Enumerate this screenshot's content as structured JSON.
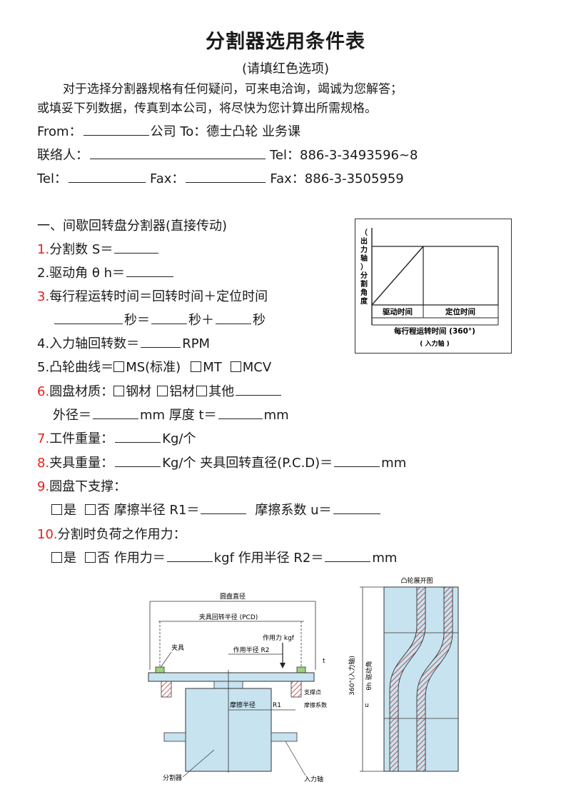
{
  "title": "分割器选用条件表",
  "subtitle": "(请填红色选项)",
  "intro": {
    "line1": "对于选择分割器规格有任何疑问，可来电洽询，竭诚为您解答；",
    "line2": "或填妥下列数据，传真到本公司，将尽快为您计算出所需规格。"
  },
  "header": {
    "from_label": "From：",
    "company_suffix": "公司  To：德士凸轮  业务课",
    "contact_label": "联络人：",
    "tel_right": "Tel：886-3-3493596~8",
    "tel_label": "Tel：",
    "fax_label": "Fax：",
    "fax_right": "Fax：886-3-3505959"
  },
  "section1": {
    "title": "一、间歇回转盘分割器(直接传动)"
  },
  "items": {
    "i1_num": "1.",
    "i1_text": "分割数    S＝",
    "i2_text": "2.驱动角 θ h＝",
    "i3_num": "3.",
    "i3_text": "每行程运转时间＝回转时间＋定位时间",
    "i3b_sec1": "秒＝",
    "i3b_sec2": "秒＋",
    "i3b_sec3": "秒",
    "i4_text": "4.入力轴回转数＝",
    "i4_unit": "RPM",
    "i5_text": "5.凸轮曲线＝",
    "i5_o1": "MS(标准)",
    "i5_o2": "MT",
    "i5_o3": "MCV",
    "i6_num": "6.",
    "i6_text": "圆盘材质：",
    "i6_o1": "钢材",
    "i6_o2": "铝材",
    "i6_o3": "其他",
    "i6b_od": "外径＝",
    "i6b_mm1": "mm  厚度 t＝",
    "i6b_mm2": "mm",
    "i7_num": "7.",
    "i7_text": "工件重量：",
    "i7_unit": "Kg/个",
    "i8_num": "8.",
    "i8_text": "夹具重量：",
    "i8_mid": "Kg/个  夹具回转直径(P.C.D)＝",
    "i8_unit": "mm",
    "i9_num": "9.",
    "i9_text": "圆盘下支撑：",
    "i9b_yes": "是",
    "i9b_no": "否  摩擦半径 R1＝",
    "i9b_mid": "摩擦系数 u＝",
    "i10_num": "10.",
    "i10_text": "分割时负荷之作用力：",
    "i10b_yes": "是",
    "i10b_no": "否  作用力＝",
    "i10b_mid": "kgf  作用半径 R2＝",
    "i10b_unit": "mm"
  },
  "timing_diagram": {
    "y_label": [
      "（",
      "出",
      "力",
      "轴",
      "）",
      "分",
      "割",
      "角",
      "度"
    ],
    "drive_time": "驱动时间",
    "dwell_time": "定位时间",
    "cycle_time": "每行程运转时间 (360°)",
    "input_shaft": "( 入力轴 )"
  },
  "mech_diagram": {
    "disc_diameter": "圆盘直径",
    "fixture_pcd": "夹具回转半径 (PCD)",
    "force": "作用力 kgf",
    "force_radius": "作用半径 R2",
    "fixture": "夹具",
    "t": "t",
    "support_point": "支撑点",
    "friction_radius": "摩擦半径",
    "r1": "R1",
    "friction_coef": "摩擦系数",
    "indexer": "分割器",
    "input_shaft": "入力轴"
  },
  "cam_diagram": {
    "title": "凸轮展开图",
    "left_label": "360°(入力轴)",
    "drive_angle": "θh 驱动角",
    "u": "u"
  }
}
